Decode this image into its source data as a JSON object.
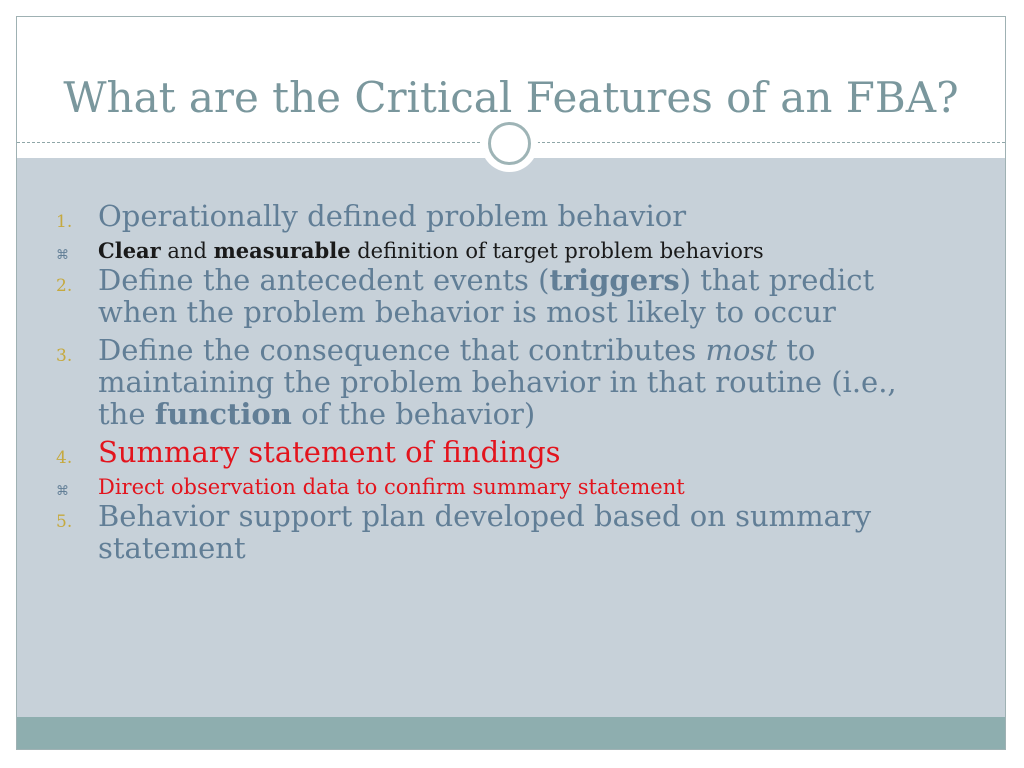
{
  "slide": {
    "title": "What are the Critical Features of an FBA?"
  },
  "items": [
    {
      "number": "1.",
      "text": "Operationally defined problem behavior",
      "sub": {
        "bullet": "⌘",
        "part1_bold": "Clear",
        "part2": " and ",
        "part3_bold": "measurable",
        "part4": " definition of target problem behaviors"
      }
    },
    {
      "number": "2.",
      "part1": "Define the antecedent events (",
      "part2_bold": "triggers",
      "part3": ") that predict when the problem behavior is most likely to occur"
    },
    {
      "number": "3.",
      "part1": "Define the consequence that contributes ",
      "part2_italic": "most",
      "part3": " to maintaining the problem behavior in that routine (i.e., the ",
      "part4_bold": "function",
      "part5": " of the behavior)"
    },
    {
      "number": "4.",
      "text": "Summary statement of findings",
      "sub": {
        "bullet": "⌘",
        "text": "Direct observation data to confirm summary statement"
      }
    },
    {
      "number": "5.",
      "text": "Behavior support plan developed based on summary statement"
    }
  ],
  "colors": {
    "title": "#7a979d",
    "body_text": "#617e96",
    "number": "#c5a93f",
    "highlight": "#e3141d",
    "content_bg": "#c7d1d9",
    "footer_band": "#8eaeaf"
  }
}
